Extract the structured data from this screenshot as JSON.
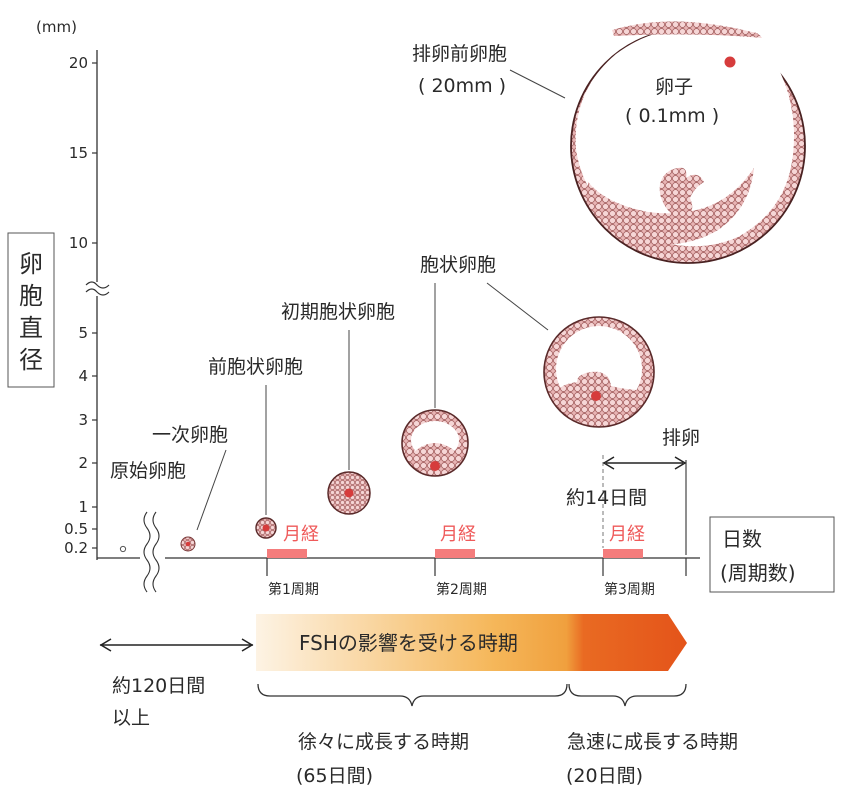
{
  "y_axis": {
    "unit": "(mm)",
    "ticks": [
      "20",
      "15",
      "10",
      "5",
      "4",
      "3",
      "2",
      "1",
      "0.5",
      "0.2"
    ],
    "label": [
      "卵",
      "胞",
      "直",
      "径"
    ]
  },
  "x_axis": {
    "label_line1": "日数",
    "label_line2": "(周期数)",
    "cycles": [
      "第1周期",
      "第2周期",
      "第3周期"
    ],
    "menses": [
      "月経",
      "月経",
      "月経"
    ]
  },
  "stages": {
    "primordial": "原始卵胞",
    "primary": "一次卵胞",
    "preantral": "前胞状卵胞",
    "early_antral": "初期胞状卵胞",
    "antral": "胞状卵胞",
    "preovulatory_line1": "排卵前卵胞",
    "preovulatory_line2": "( 20mm )",
    "oocyte_line1": "卵子",
    "oocyte_line2": "( 0.1mm )"
  },
  "ovulation": {
    "label": "排卵",
    "duration": "約14日間"
  },
  "timeline": {
    "fsh": "FSHの影響を受ける時期",
    "pre_line1": "約120日間",
    "pre_line2": "以上",
    "slow_line1": "徐々に成長する時期",
    "slow_line2": "(65日間)",
    "rapid_line1": "急速に成長する時期",
    "rapid_line2": "(20日間)"
  },
  "colors": {
    "menses": "#f47c7c",
    "oocyte": "#d63c3c",
    "cell_fill": "#f2c8c8",
    "cell_stroke": "#8a4a4a",
    "fsh_start": "#fdf3e4",
    "fsh_mid": "#f3a545",
    "fsh_end": "#e8581a"
  }
}
